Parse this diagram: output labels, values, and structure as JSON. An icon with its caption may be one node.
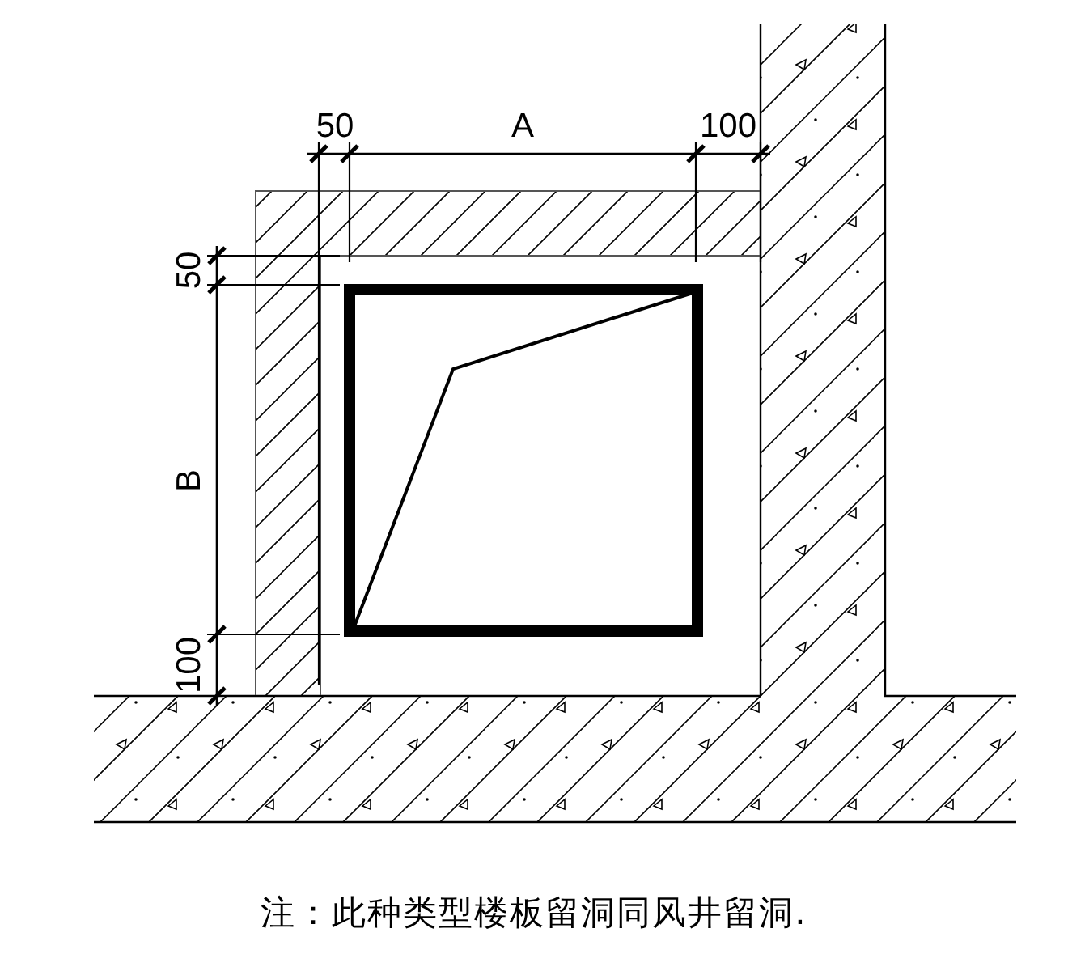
{
  "diagram": {
    "caption": "注：此种类型楼板留洞同风井留洞.",
    "labels": [
      "50",
      "A",
      "100",
      "50",
      "B",
      "100"
    ]
  }
}
